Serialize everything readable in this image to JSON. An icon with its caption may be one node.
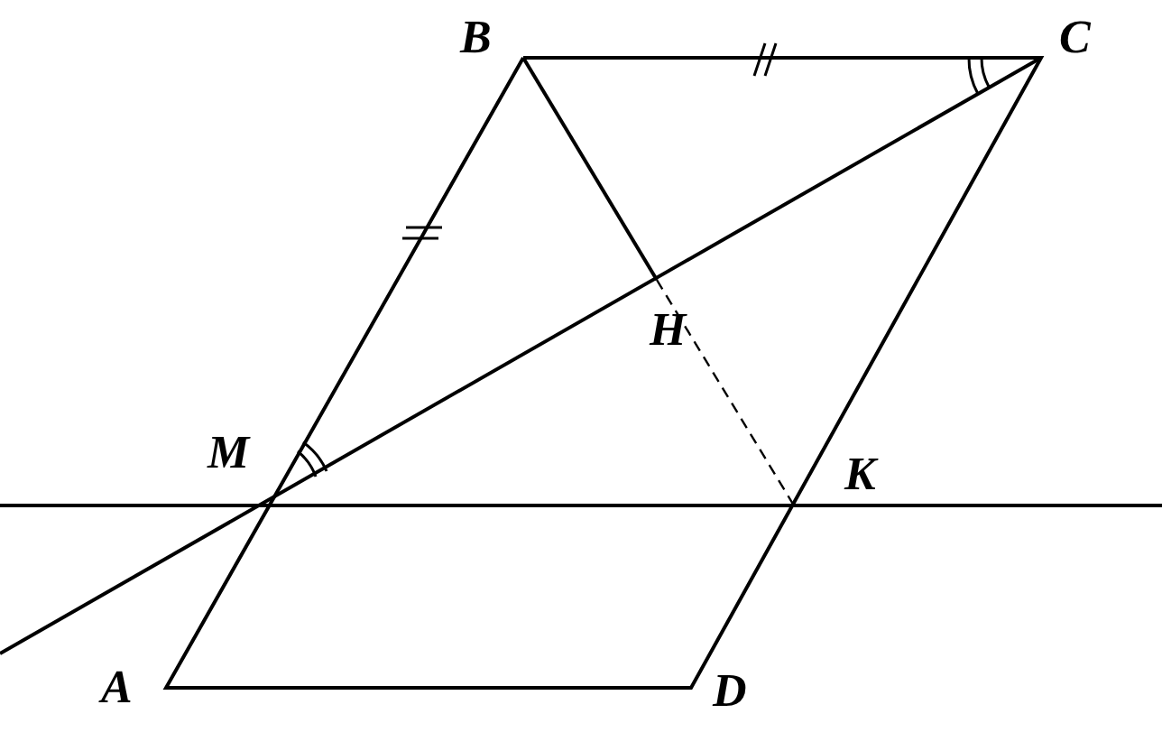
{
  "diagram": {
    "labels": [
      "B",
      "C",
      "H",
      "M",
      "K",
      "A",
      "D"
    ]
  }
}
